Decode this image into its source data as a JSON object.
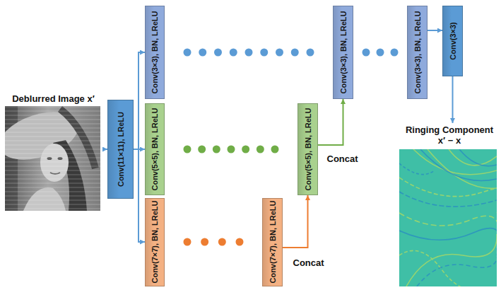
{
  "diagram": {
    "nodes": [
      {
        "text": [
          "Deblurred Image x′"
        ]
      },
      {
        "text": [
          "Conv(11×11), LReLU"
        ]
      },
      {
        "text": [
          "Conv(3×3), BN, LReLU"
        ]
      },
      {
        "text": [
          "Conv(5×5), BN, LReLU"
        ]
      },
      {
        "text": [
          "Conv(7×7), BN, LReLU"
        ]
      },
      {
        "text": [
          "Conv(7×7), BN, LReLU"
        ]
      },
      {
        "text": [
          "Conv(5×5), BN, LReLU"
        ]
      },
      {
        "text": [
          "Conv(3×3), BN, LReLU"
        ]
      },
      {
        "text": [
          "Conv(3×3), BN, LReLU"
        ]
      },
      {
        "text": [
          "Conv(3×3)"
        ]
      },
      {
        "text": [
          "Ringing Component",
          "x′ − x"
        ]
      }
    ],
    "edges": [
      {
        "from": 0,
        "to": 1,
        "arrow": "to"
      },
      {
        "from": 1,
        "to": 2,
        "arrow": "to"
      },
      {
        "from": 1,
        "to": 3,
        "arrow": "to"
      },
      {
        "from": 1,
        "to": 4,
        "arrow": "to"
      },
      {
        "from": 2,
        "to": 7,
        "arrow": "none"
      },
      {
        "from": 3,
        "to": 6,
        "arrow": "none"
      },
      {
        "from": 4,
        "to": 5,
        "arrow": "none"
      },
      {
        "from": 5,
        "to": 6,
        "label": "Concat",
        "arrow": "to"
      },
      {
        "from": 6,
        "to": 7,
        "label": "Concat",
        "arrow": "to"
      },
      {
        "from": 7,
        "to": 8,
        "arrow": "none"
      },
      {
        "from": 8,
        "to": 9,
        "arrow": "to"
      },
      {
        "from": 9,
        "to": 10,
        "arrow": "to"
      }
    ]
  }
}
